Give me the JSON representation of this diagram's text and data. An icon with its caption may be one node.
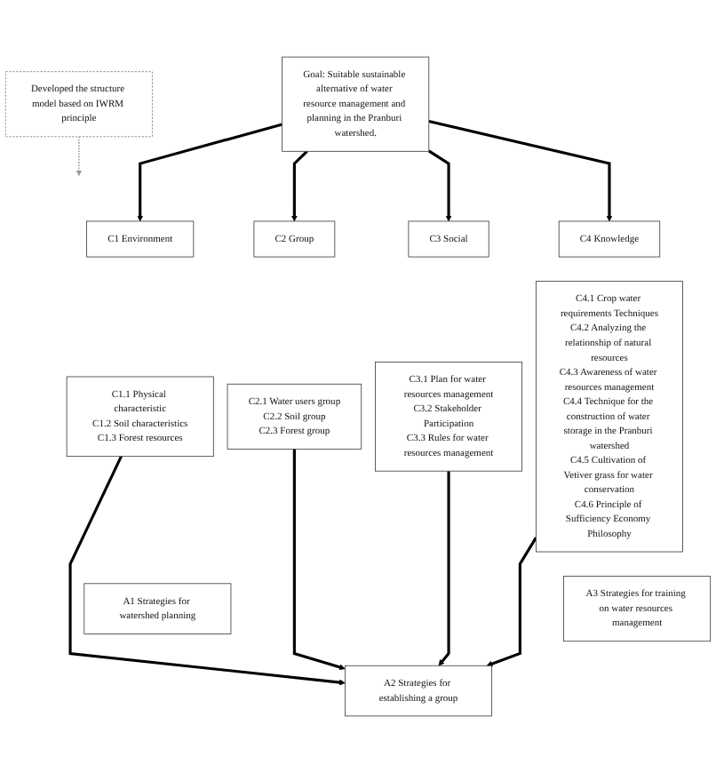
{
  "diagram": {
    "nodes": [
      {
        "text": [
          "Goal: Suitable sustainable alternative of water resource management and planning in the Pranburi watershed."
        ]
      },
      {
        "text": [
          "Developed the structure model based on IWRM principle"
        ]
      },
      {
        "text": [
          "C1 Environment"
        ]
      },
      {
        "text": [
          "C1.1 Physical characteristic",
          "C1.2 Soil characteristics",
          "C1.3 Forest resources"
        ]
      },
      {
        "text": [
          "C2 Group"
        ]
      },
      {
        "text": [
          "C2.1 Water users group",
          "C2.2 Soil group",
          "C2.3 Forest group"
        ]
      },
      {
        "text": [
          "C3 Social"
        ]
      },
      {
        "text": [
          "C3.1 Plan for water resources management",
          "C3.2 Stakeholder Participation",
          "C3.3 Rules for water resources management"
        ]
      },
      {
        "text": [
          "C4 Knowledge"
        ]
      },
      {
        "text": [
          "C4.1 Crop water requirements Techniques",
          "C4.2 Analyzing the relationship of natural resources",
          "C4.3 Awareness of water resources management",
          "C4.4 Technique for the construction of water storage in the Pranburi watershed",
          "C4.5 Cultivation of Vetiver grass for water conservation",
          "C4.6 Principle of Sufficiency Economy Philosophy"
        ]
      },
      {
        "text": [
          "A1 Strategies for watershed planning"
        ]
      },
      {
        "text": [
          "A2 Strategies for establishing a group"
        ]
      },
      {
        "text": [
          "A3 Strategies for training on water resources management"
        ]
      }
    ],
    "edges": [
      {
        "from": 1,
        "to": null,
        "arrow": "to",
        "style": "dashed",
        "color": "#999999"
      },
      {
        "from": 0,
        "to": 2,
        "arrow": "to"
      },
      {
        "from": 0,
        "to": 4,
        "arrow": "to"
      },
      {
        "from": 0,
        "to": 6,
        "arrow": "to"
      },
      {
        "from": 0,
        "to": 8,
        "arrow": "to"
      },
      {
        "from": 3,
        "to": 11,
        "arrow": "to"
      },
      {
        "from": 5,
        "to": 11,
        "arrow": "to"
      },
      {
        "from": 7,
        "to": 11,
        "arrow": "to"
      },
      {
        "from": 9,
        "to": 11,
        "arrow": "to"
      }
    ]
  }
}
